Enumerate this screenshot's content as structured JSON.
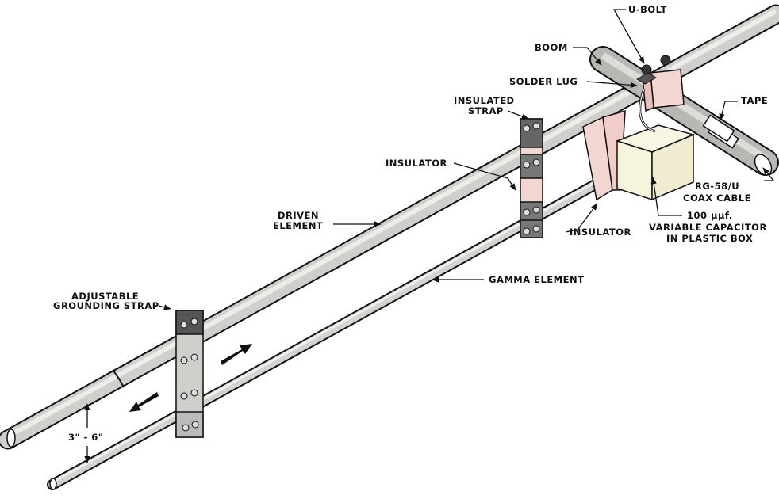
{
  "diagram": {
    "title": "Gamma match feed assembly",
    "labels": {
      "u_bolt": "U-BOLT",
      "boom": "BOOM",
      "solder_lug": "SOLDER LUG",
      "insulated_strap_1": "INSULATED",
      "insulated_strap_2": "STRAP",
      "tape": "TAPE",
      "insulator_upper": "INSULATOR",
      "insulator_lower": "INSULATOR",
      "coax_1": "RG-58/U",
      "coax_2": "COAX CABLE",
      "capacitor_1": "100 µµf.",
      "capacitor_2": "VARIABLE CAPACITOR",
      "capacitor_3": "IN PLASTIC BOX",
      "driven_1": "DRIVEN",
      "driven_2": "ELEMENT",
      "gamma": "GAMMA ELEMENT",
      "grounding_1": "ADJUSTABLE",
      "grounding_2": "GROUNDING STRAP",
      "spacing": "3\" - 6\""
    },
    "colors": {
      "tube": "#d9d9d6",
      "tube_shade": "#9a9a98",
      "insulator": "#f3d6d2",
      "capacitor_box": "#f6f4dc",
      "ink": "#111111"
    }
  }
}
